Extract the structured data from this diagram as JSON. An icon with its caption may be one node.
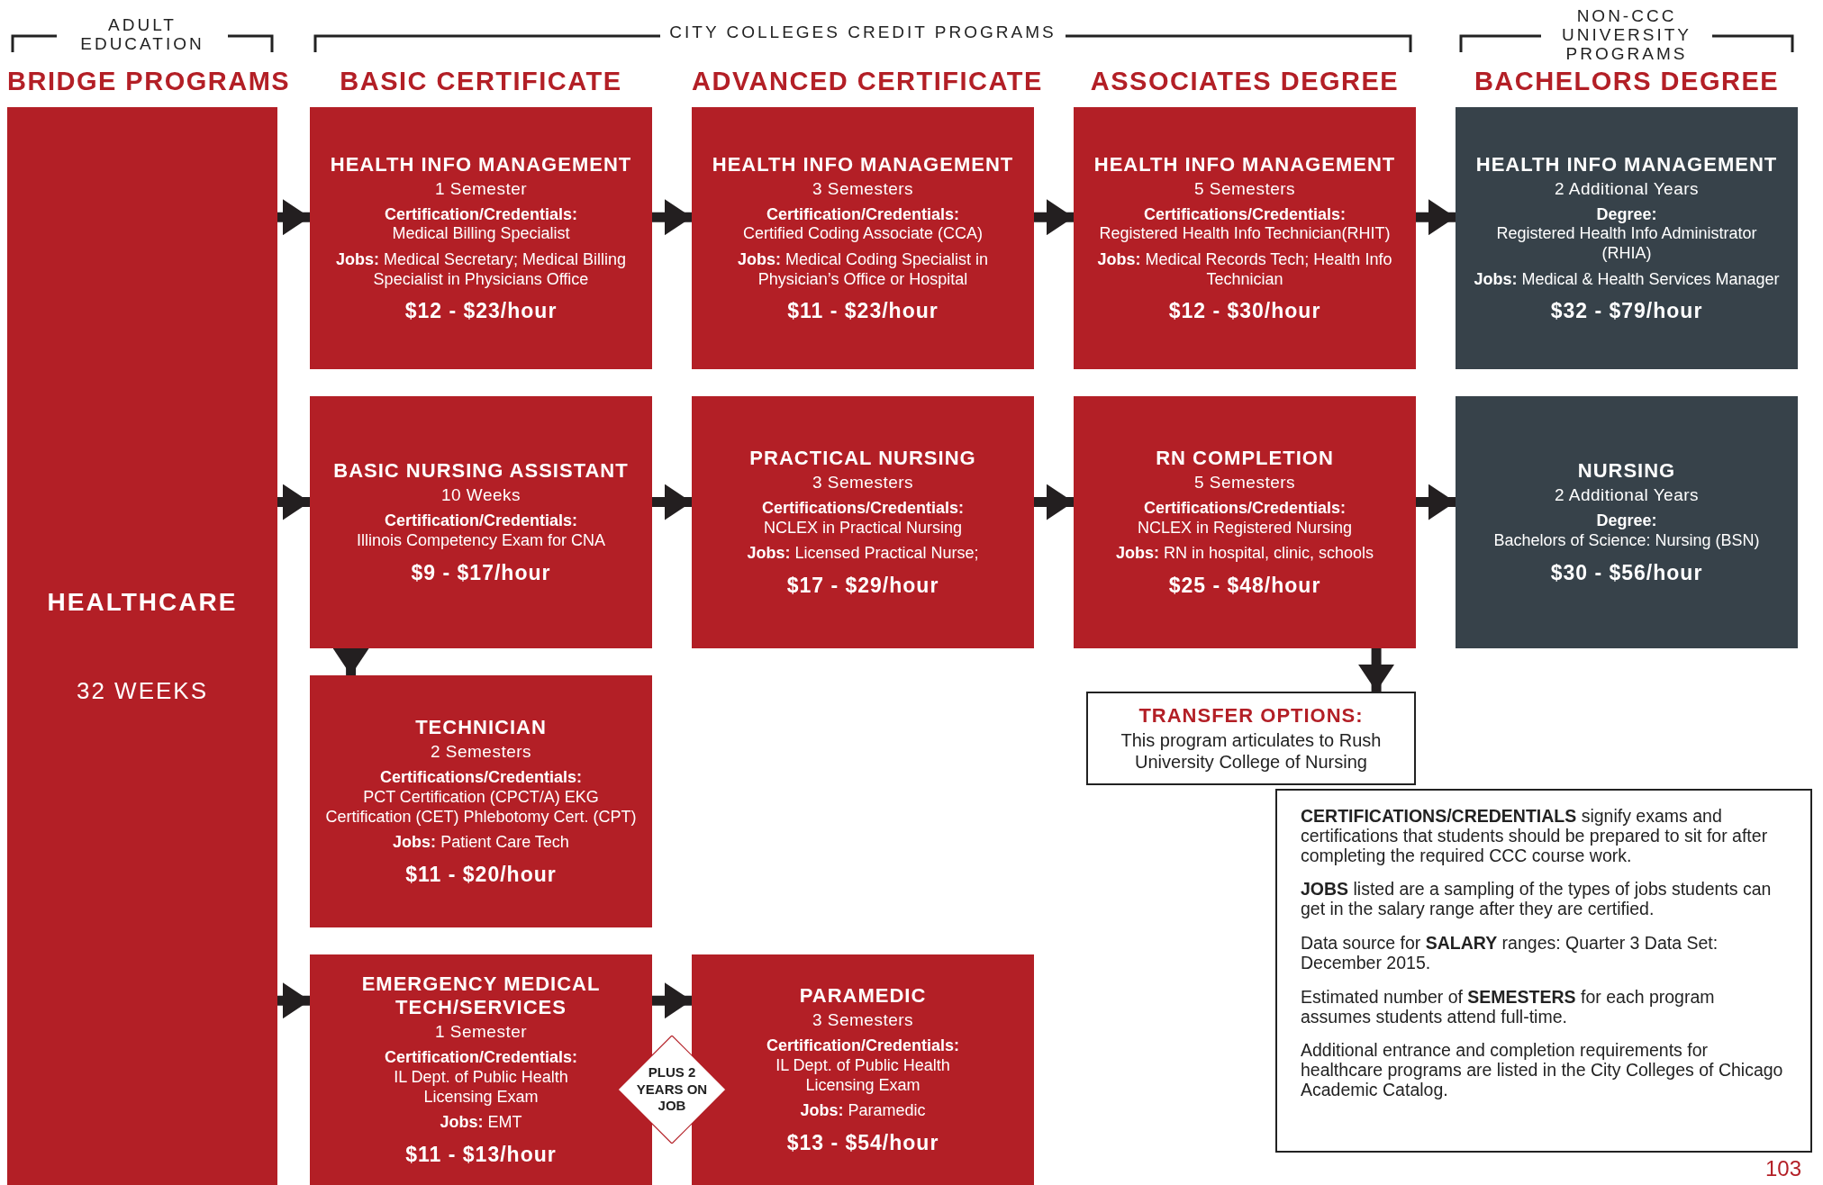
{
  "diagram": {
    "nodes": [
      {
        "text": [
          "HEALTHCARE",
          "32 WEEKS"
        ]
      },
      {
        "text": [
          "HEALTH INFO MANAGEMENT",
          "1 Semester",
          "**Certification/Credentials:** Medical Billing Specialist",
          "**Jobs:** Medical Secretary; Medical Billing Specialist in Physicians Office",
          "$12 - $23/hour"
        ]
      },
      {
        "text": [
          "HEALTH INFO MANAGEMENT",
          "3 Semesters",
          "**Certification/Credentials:** Certified Coding Associate (CCA)",
          "**Jobs:** Medical Coding Specialist in Physician’s Office or Hospital",
          "$11 - $23/hour"
        ]
      },
      {
        "text": [
          "HEALTH INFO MANAGEMENT",
          "5 Semesters",
          "**Certifications/Credentials:** Registered Health Info Technician(RHIT)",
          "**Jobs:** Medical Records Tech; Health Info Technician",
          "$12 - $30/hour"
        ]
      },
      {
        "text": [
          "HEALTH INFO MANAGEMENT",
          "2 Additional Years",
          "**Degree:** Registered Health Info Administrator (RHIA)",
          "**Jobs:** Medical & Health Services Manager",
          "$32 - $79/hour"
        ]
      },
      {
        "text": [
          "BASIC NURSING ASSISTANT",
          "10 Weeks",
          "**Certification/Credentials:** Illinois Competency Exam for CNA",
          "$9 - $17/hour"
        ]
      },
      {
        "text": [
          "PRACTICAL NURSING",
          "3 Semesters",
          "**Certifications/Credentials:** NCLEX in Practical Nursing",
          "**Jobs:** Licensed Practical Nurse;",
          "$17 - $29/hour"
        ]
      },
      {
        "text": [
          "RN COMPLETION",
          "5 Semesters",
          "**Certifications/Credentials:** NCLEX in Registered Nursing",
          "**Jobs:** RN in hospital, clinic, schools",
          "$25 - $48/hour"
        ]
      },
      {
        "text": [
          "NURSING",
          "2 Additional Years",
          "**Degree:** Bachelors of Science: Nursing (BSN)",
          "$30 - $56/hour"
        ]
      },
      {
        "text": [
          "TECHNICIAN",
          "2 Semesters",
          "**Certifications/Credentials:** PCT Certification (CPCT/A) EKG Certification (CET) Phlebotomy Cert. (CPT)",
          "**Jobs:** Patient Care Tech",
          "$11 - $20/hour"
        ]
      },
      {
        "text": [
          "TRANSFER OPTIONS:",
          "This program articulates to Rush University College of Nursing"
        ]
      },
      {
        "text": [
          "EMERGENCY MEDICAL TECH/SERVICES",
          "1 Semester",
          "**Certification/Credentials:** IL Dept. of Public Health Licensing Exam",
          "**Jobs:** EMT",
          "$11 - $13/hour"
        ]
      },
      {
        "text": [
          "PLUS 2 YEARS ON JOB"
        ]
      },
      {
        "text": [
          "PARAMEDIC",
          "3 Semesters",
          "**Certification/Credentials:** IL Dept. of Public Health Licensing Exam",
          "**Jobs:** Paramedic",
          "$13 - $54/hour"
        ]
      },
      {
        "text": [
          "**CERTIFICATIONS/CREDENTIALS** signify exams and certifications that students should be prepared to sit for after completing the required CCC course work.",
          "**JOBS** listed are a sampling of the types of jobs students can get in the salary range after they are certified.",
          "Data source for **SALARY** ranges: Quarter 3 Data Set: December 2015.",
          "Estimated number of **SEMESTERS** for each program assumes students attend full-time.",
          "Additional entrance and completion requirements for healthcare programs are listed in the City Colleges of Chicago Academic Catalog."
        ]
      }
    ],
    "edges": [
      {
        "from": 0,
        "to": 1,
        "arrow": "to"
      },
      {
        "from": 1,
        "to": 2,
        "arrow": "to"
      },
      {
        "from": 2,
        "to": 3,
        "arrow": "to"
      },
      {
        "from": 3,
        "to": 4,
        "arrow": "to"
      },
      {
        "from": 0,
        "to": 5,
        "arrow": "to"
      },
      {
        "from": 5,
        "to": 6,
        "arrow": "to"
      },
      {
        "from": 6,
        "to": 7,
        "arrow": "to"
      },
      {
        "from": 7,
        "to": 8,
        "arrow": "to"
      },
      {
        "from": 5,
        "to": 9,
        "arrow": "to"
      },
      {
        "from": 7,
        "to": 10,
        "arrow": "to"
      },
      {
        "from": 0,
        "to": 11,
        "arrow": "to"
      },
      {
        "from": 11,
        "to": 13,
        "arrow": "to"
      }
    ],
    "labels": [
      "ADULT EDUCATION",
      "CITY COLLEGES CREDIT PROGRAMS",
      "NON-CCC UNIVERSITY PROGRAMS",
      "BRIDGE PROGRAMS",
      "BASIC CERTIFICATE",
      "ADVANCED CERTIFICATE",
      "ASSOCIATES DEGREE",
      "BACHELORS DEGREE",
      "103"
    ]
  }
}
